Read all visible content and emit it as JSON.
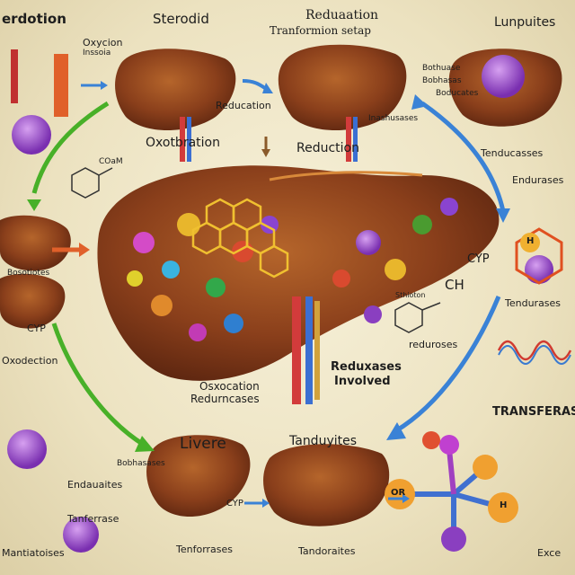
{
  "labels": {
    "top_left": "erdotion",
    "top_steroid": "Sterodid",
    "top_center_title": "Reduaation",
    "top_center_sub": "Tranformion setap",
    "top_right": "Lunpuites",
    "oxycion": "Oxycion",
    "inssoia": "Inssoia",
    "bothuase": "Bothuase",
    "bobhasas": "Bobhasas",
    "boducates": "Boducates",
    "reducation_small": "Reducation",
    "inashusases": "Inashusases",
    "oxotbration": "Oxotbration",
    "reduction": "Reduction",
    "tenducasses": "Tenducasses",
    "endurases": "Endurases",
    "coam": "COaM",
    "bottom_left_mid": "Bosotiotes",
    "cyp_label": "CYP",
    "cyp_right": "CYP",
    "ch_label": "CH",
    "sthioton": "Sthioton",
    "tendurases": "Tendurases",
    "reduroses": "reduroses",
    "oxodection": "Oxodection",
    "reduxases_involved_1": "Reduxases",
    "reduxases_involved_2": "Involved",
    "osxocation": "Osxocation",
    "reduncases": "Redurncases",
    "transferase": "TRANSFERASE",
    "livere": "Livere",
    "tanduyites": "Tanduyites",
    "endauaites": "Endauaites",
    "bobhasases": "Bobhasases",
    "cyp_bottom": "CYP",
    "tanferrase": "Tanferrase",
    "mantiatoises": "Mantiatoises",
    "tenforrases": "Tenforrases",
    "tandoraites": "Tandoraites",
    "exce": "Exce",
    "or_left": "OR",
    "h_right": "H",
    "h_top": "H"
  }
}
